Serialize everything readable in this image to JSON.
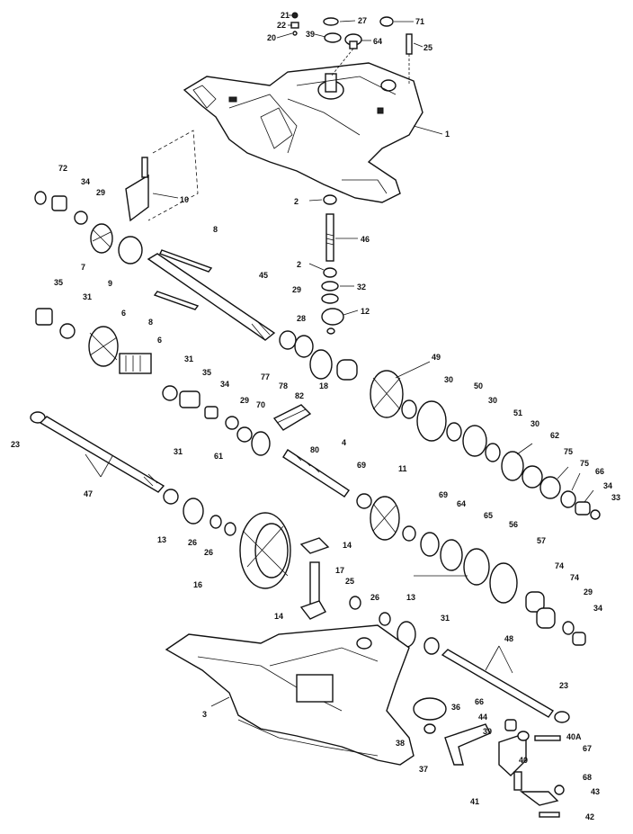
{
  "labels": [
    "21",
    "22",
    "20",
    "27",
    "39",
    "64",
    "71",
    "25",
    "1",
    "72",
    "34",
    "29",
    "10",
    "2",
    "46",
    "7",
    "9",
    "8",
    "45",
    "2",
    "32",
    "29",
    "12",
    "35",
    "31",
    "6",
    "8",
    "28",
    "6",
    "77",
    "78",
    "82",
    "18",
    "49",
    "30",
    "50",
    "30",
    "51",
    "30",
    "62",
    "75",
    "75",
    "66",
    "34",
    "33",
    "31",
    "35",
    "34",
    "29",
    "70",
    "80",
    "4",
    "61",
    "23",
    "47",
    "31",
    "69",
    "11",
    "13",
    "26",
    "26",
    "69",
    "64",
    "65",
    "56",
    "57",
    "14",
    "16",
    "17",
    "25",
    "26",
    "13",
    "74",
    "74",
    "29",
    "34",
    "14",
    "31",
    "48",
    "3",
    "23",
    "36",
    "66",
    "44",
    "39",
    "40A",
    "67",
    "38",
    "37",
    "40",
    "41",
    "68",
    "43",
    "42"
  ]
}
